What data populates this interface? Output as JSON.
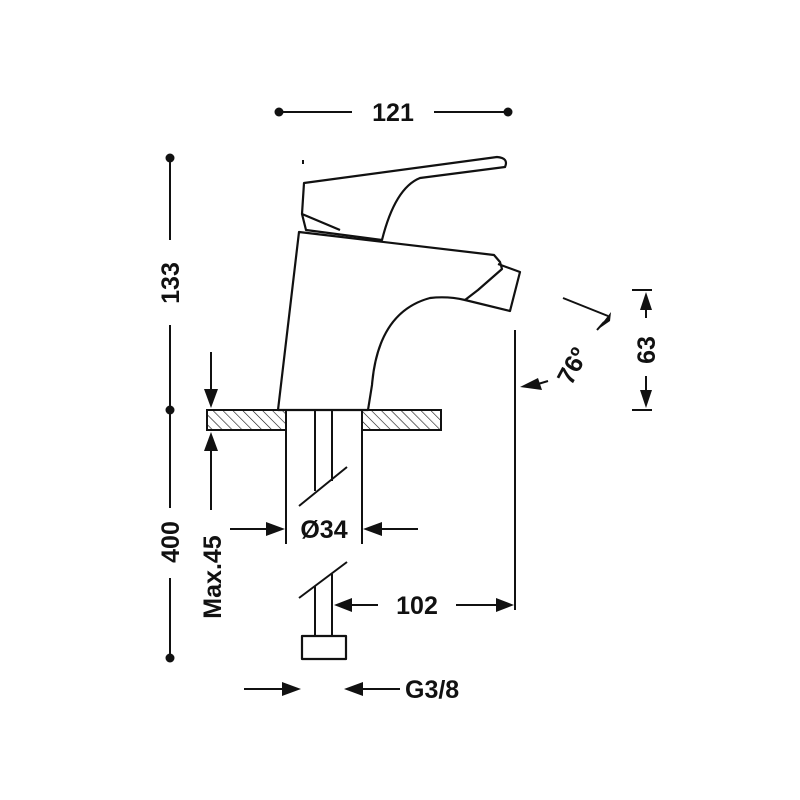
{
  "dimensions": {
    "top_width": "121",
    "body_height": "133",
    "spout_height": "63",
    "spout_angle": "76º",
    "total_height": "400",
    "max_thickness": "Max.45",
    "pipe_diameter": "Ø34",
    "reach": "102",
    "thread": "G3/8"
  },
  "colors": {
    "line": "#111111",
    "background": "#ffffff"
  }
}
